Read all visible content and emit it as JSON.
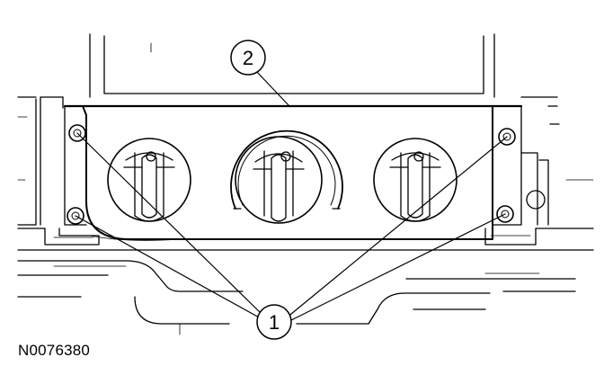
{
  "figure_id": "N0076380",
  "callouts": [
    {
      "number": "1"
    },
    {
      "number": "2"
    }
  ],
  "colors": {
    "line": "#000000",
    "background": "#ffffff"
  }
}
